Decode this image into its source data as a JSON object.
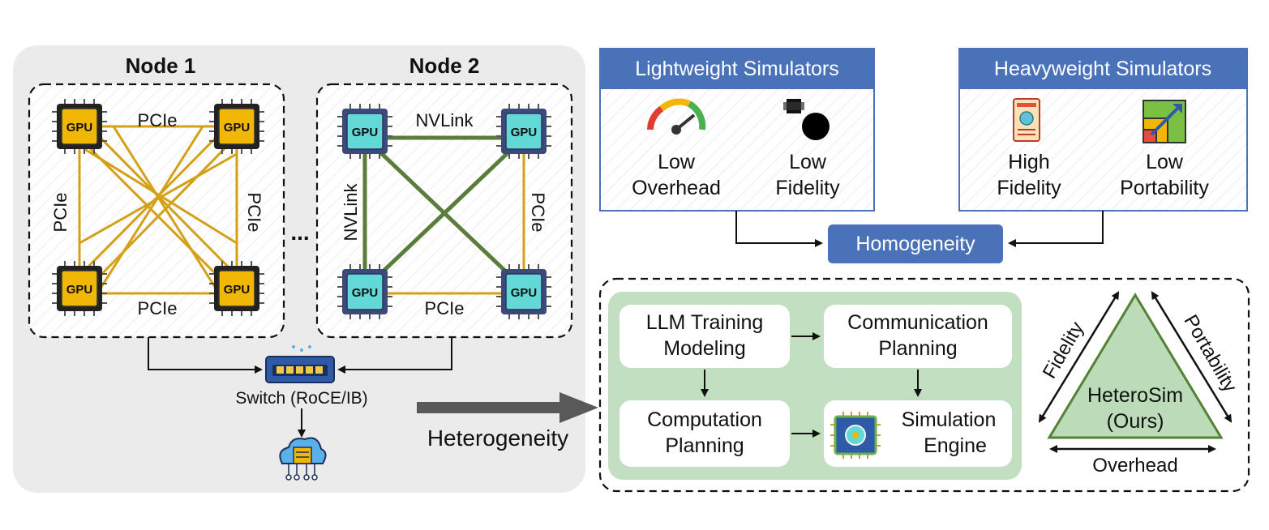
{
  "left_panel": {
    "node1_title": "Node 1",
    "node2_title": "Node 2",
    "ellipsis": "...",
    "gpu_chip_label": "GPU",
    "node1_links": {
      "top": "PCIe",
      "bottom": "PCIe",
      "left": "PCIe",
      "right": "PCIe"
    },
    "node2_links": {
      "top": "NVLink",
      "bottom": "PCIe",
      "left": "NVLink",
      "right": "PCIe"
    },
    "switch_label": "Switch (RoCE/IB)"
  },
  "arrow_label": "Heterogeneity",
  "lightweight": {
    "title": "Lightweight Simulators",
    "items": [
      {
        "icon": "gauge-icon",
        "line1": "Low",
        "line2": "Overhead"
      },
      {
        "icon": "blurry-dots-icon",
        "line1": "Low",
        "line2": "Fidelity"
      }
    ]
  },
  "heavyweight": {
    "title": "Heavyweight Simulators",
    "items": [
      {
        "icon": "blueprint-icon",
        "line1": "High",
        "line2": "Fidelity"
      },
      {
        "icon": "scaling-icon",
        "line1": "Low",
        "line2": "Portability"
      }
    ]
  },
  "homogeneity_label": "Homogeneity",
  "pipeline": {
    "llm_modeling": [
      "LLM Training",
      "Modeling"
    ],
    "comm_planning": [
      "Communication",
      "Planning"
    ],
    "comp_planning": [
      "Computation",
      "Planning"
    ],
    "sim_engine": [
      "Simulation",
      "Engine"
    ]
  },
  "triangle": {
    "left_label": "Fidelity",
    "right_label": "Portability",
    "bottom_label": "Overhead",
    "center_line1": "HeteroSim",
    "center_line2": "(Ours)"
  },
  "colors": {
    "panel_bg": "#ebebeb",
    "gpu_gold": "#f2b705",
    "gpu_cyan": "#62d9d6",
    "pcie_gold": "#d4a017",
    "nvlink_green": "#5a7d3c",
    "header_blue": "#4a72b8",
    "pipeline_green": "#c3dfc1",
    "triangle_fill": "#bcdbb8",
    "triangle_stroke": "#548235"
  }
}
